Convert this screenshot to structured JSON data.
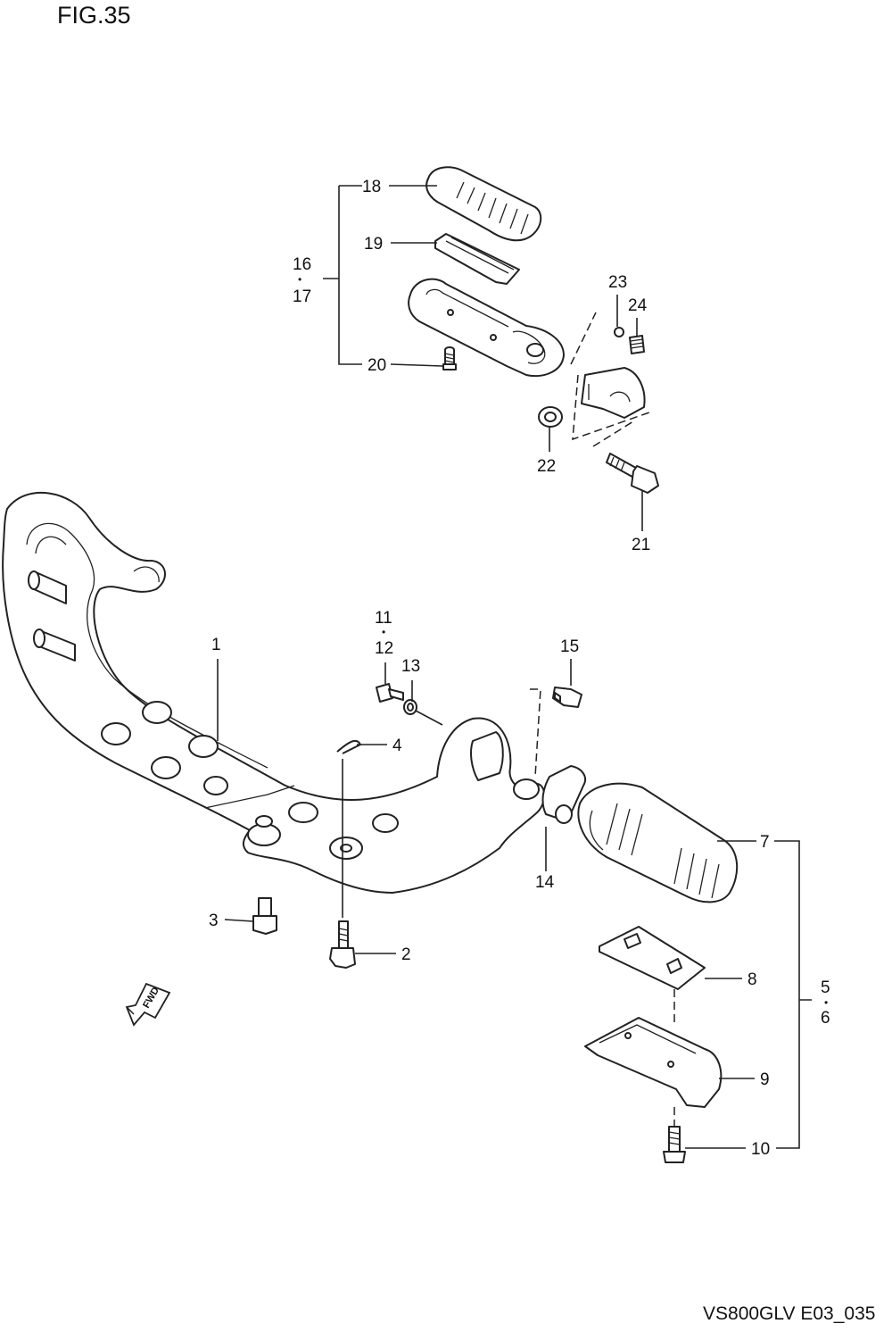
{
  "figure_title": "FIG.35",
  "footer_code": "VS800GLV E03_035",
  "fwd_label": "FWD",
  "labels": {
    "p1": "1",
    "p2": "2",
    "p3": "3",
    "p4": "4",
    "p5": "5",
    "p6": "6",
    "p7": "7",
    "p8": "8",
    "p9": "9",
    "p10": "10",
    "p11": "11",
    "p12": "12",
    "p13": "13",
    "p14": "14",
    "p15": "15",
    "p16": "16",
    "p17": "17",
    "p18": "18",
    "p19": "19",
    "p20": "20",
    "p21": "21",
    "p22": "22",
    "p23": "23",
    "p24": "24"
  },
  "separator": "•"
}
